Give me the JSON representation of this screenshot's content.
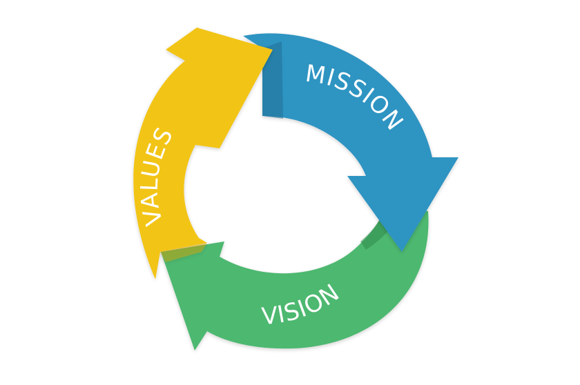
{
  "cycle": {
    "segments": [
      {
        "id": "mission",
        "label": "MISSION",
        "color": "#2f94c2",
        "shade": "#1f6f96"
      },
      {
        "id": "vision",
        "label": "VISION",
        "color": "#4db86f",
        "shade": "#2f8a4c"
      },
      {
        "id": "values",
        "label": "VALUES",
        "color": "#f2c418",
        "shade": "#d9a400"
      }
    ]
  }
}
